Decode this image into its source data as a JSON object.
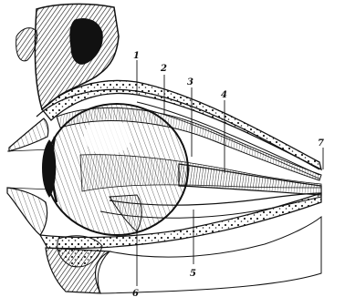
{
  "figure": {
    "labels": [
      {
        "id": "l1",
        "text": "1"
      },
      {
        "id": "l2",
        "text": "2"
      },
      {
        "id": "l3",
        "text": "3"
      },
      {
        "id": "l4",
        "text": "4"
      },
      {
        "id": "l5",
        "text": "5"
      },
      {
        "id": "l6",
        "text": "6"
      },
      {
        "id": "l7",
        "text": "7"
      }
    ]
  },
  "colors": {
    "ink": "#111111",
    "paper": "#ffffff",
    "shade": "#3a3a3a"
  }
}
